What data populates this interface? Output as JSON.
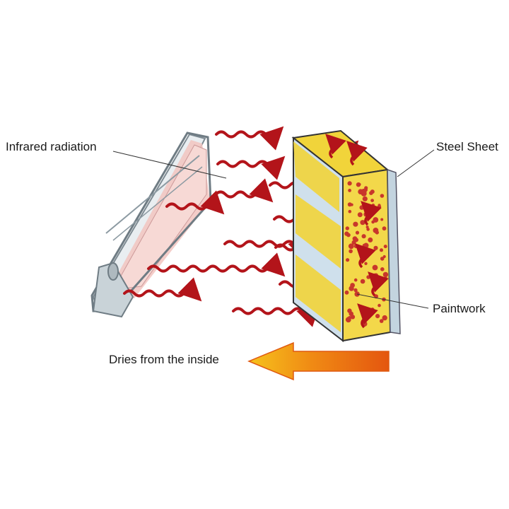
{
  "labels": {
    "infrared_radiation": "Infrared radiation",
    "steel_sheet": "Steel Sheet",
    "paintwork": "Paintwork",
    "dries_from_inside": "Dries from the inside"
  },
  "icons": {
    "heater": "infrared-heater-icon",
    "wave": "infrared-wave-icon",
    "block": "steel-block-icon",
    "arrow": "drying-direction-arrow-icon"
  },
  "colors": {
    "radiation": "#b3141a",
    "heater_frame": "#9aa7ae",
    "heater_glow": "#f2c4c0",
    "paint_yellow": "#f1d43a",
    "steel_blue": "#cfe0ec",
    "paint_dots": "#c8372b",
    "arrow_start": "#f6c21c",
    "arrow_end": "#e4560f"
  }
}
